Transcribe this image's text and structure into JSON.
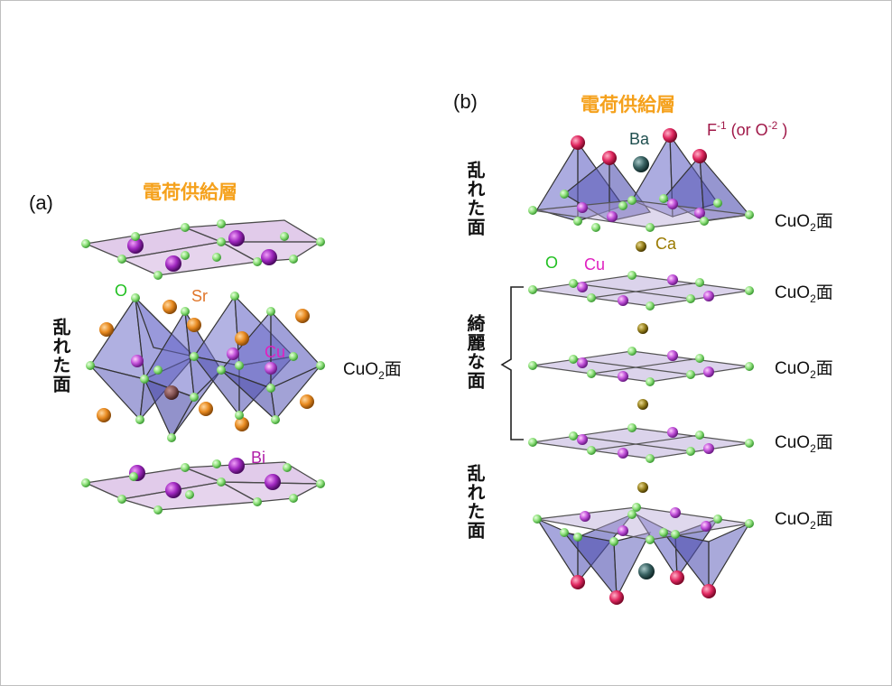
{
  "panel_a": {
    "label": "(a)",
    "title": "電荷供給層",
    "disordered_plane": "乱れた面",
    "cuo2_plane": {
      "prefix": "CuO",
      "sub": "2",
      "suffix": "面"
    },
    "atoms": {
      "oxygen": "O",
      "strontium": "Sr",
      "copper": "Cu",
      "bismuth": "Bi"
    }
  },
  "panel_b": {
    "label": "(b)",
    "title": "電荷供給層",
    "disordered_plane_top": "乱れた面",
    "clean_plane": "綺麗な面",
    "disordered_plane_bottom": "乱れた面",
    "cuo2_plane": {
      "prefix": "CuO",
      "sub": "2",
      "suffix": "面"
    },
    "atoms": {
      "barium": "Ba",
      "fluorine": {
        "base": "F",
        "sup": "-1",
        "alt_open": " (or O",
        "alt_sup": "-2",
        "alt_close": " )"
      },
      "calcium": "Ca",
      "oxygen": "O",
      "copper": "Cu"
    }
  },
  "colors": {
    "title": "#f5a11c",
    "oxygen": "#22c022",
    "strontium": "#e0762a",
    "copper_label": "#e020c0",
    "bismuth_label": "#b01ea8",
    "barium_label": "#1f4f4f",
    "calcium_label": "#9a7a00",
    "fluorine_label": "#a01848",
    "polyhedron": "#7070c8",
    "plane_fill": "#b888c8"
  }
}
